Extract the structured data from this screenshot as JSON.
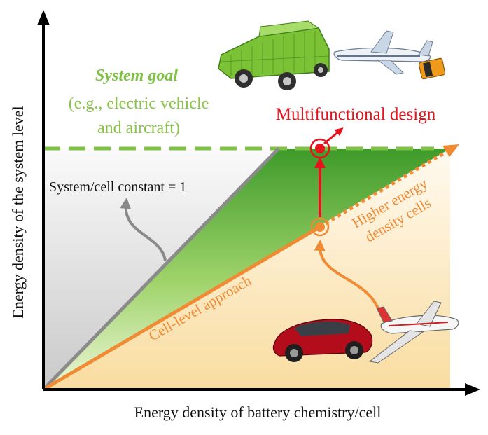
{
  "axes": {
    "x_label": "Energy density of battery chemistry/cell",
    "y_label": "Energy density of the system level"
  },
  "system_goal": {
    "title": "System goal",
    "line1": "(e.g., electric vehicle",
    "line2": "and aircraft)"
  },
  "labels": {
    "multifunctional": "Multifunctional design",
    "constant": "System/cell constant = 1",
    "higher_line1": "Higher energy",
    "higher_line2": "density cells",
    "cell_level": "Cell-level approach"
  },
  "colors": {
    "green": "#7dc242",
    "red": "#e8121c",
    "orange": "#f08a33",
    "gray": "#8a8a8a",
    "axis": "#000000"
  },
  "icons": [
    "battery-car-icon",
    "airplane-battery-icon",
    "red-sports-car-icon",
    "jet-airplane-icon"
  ]
}
